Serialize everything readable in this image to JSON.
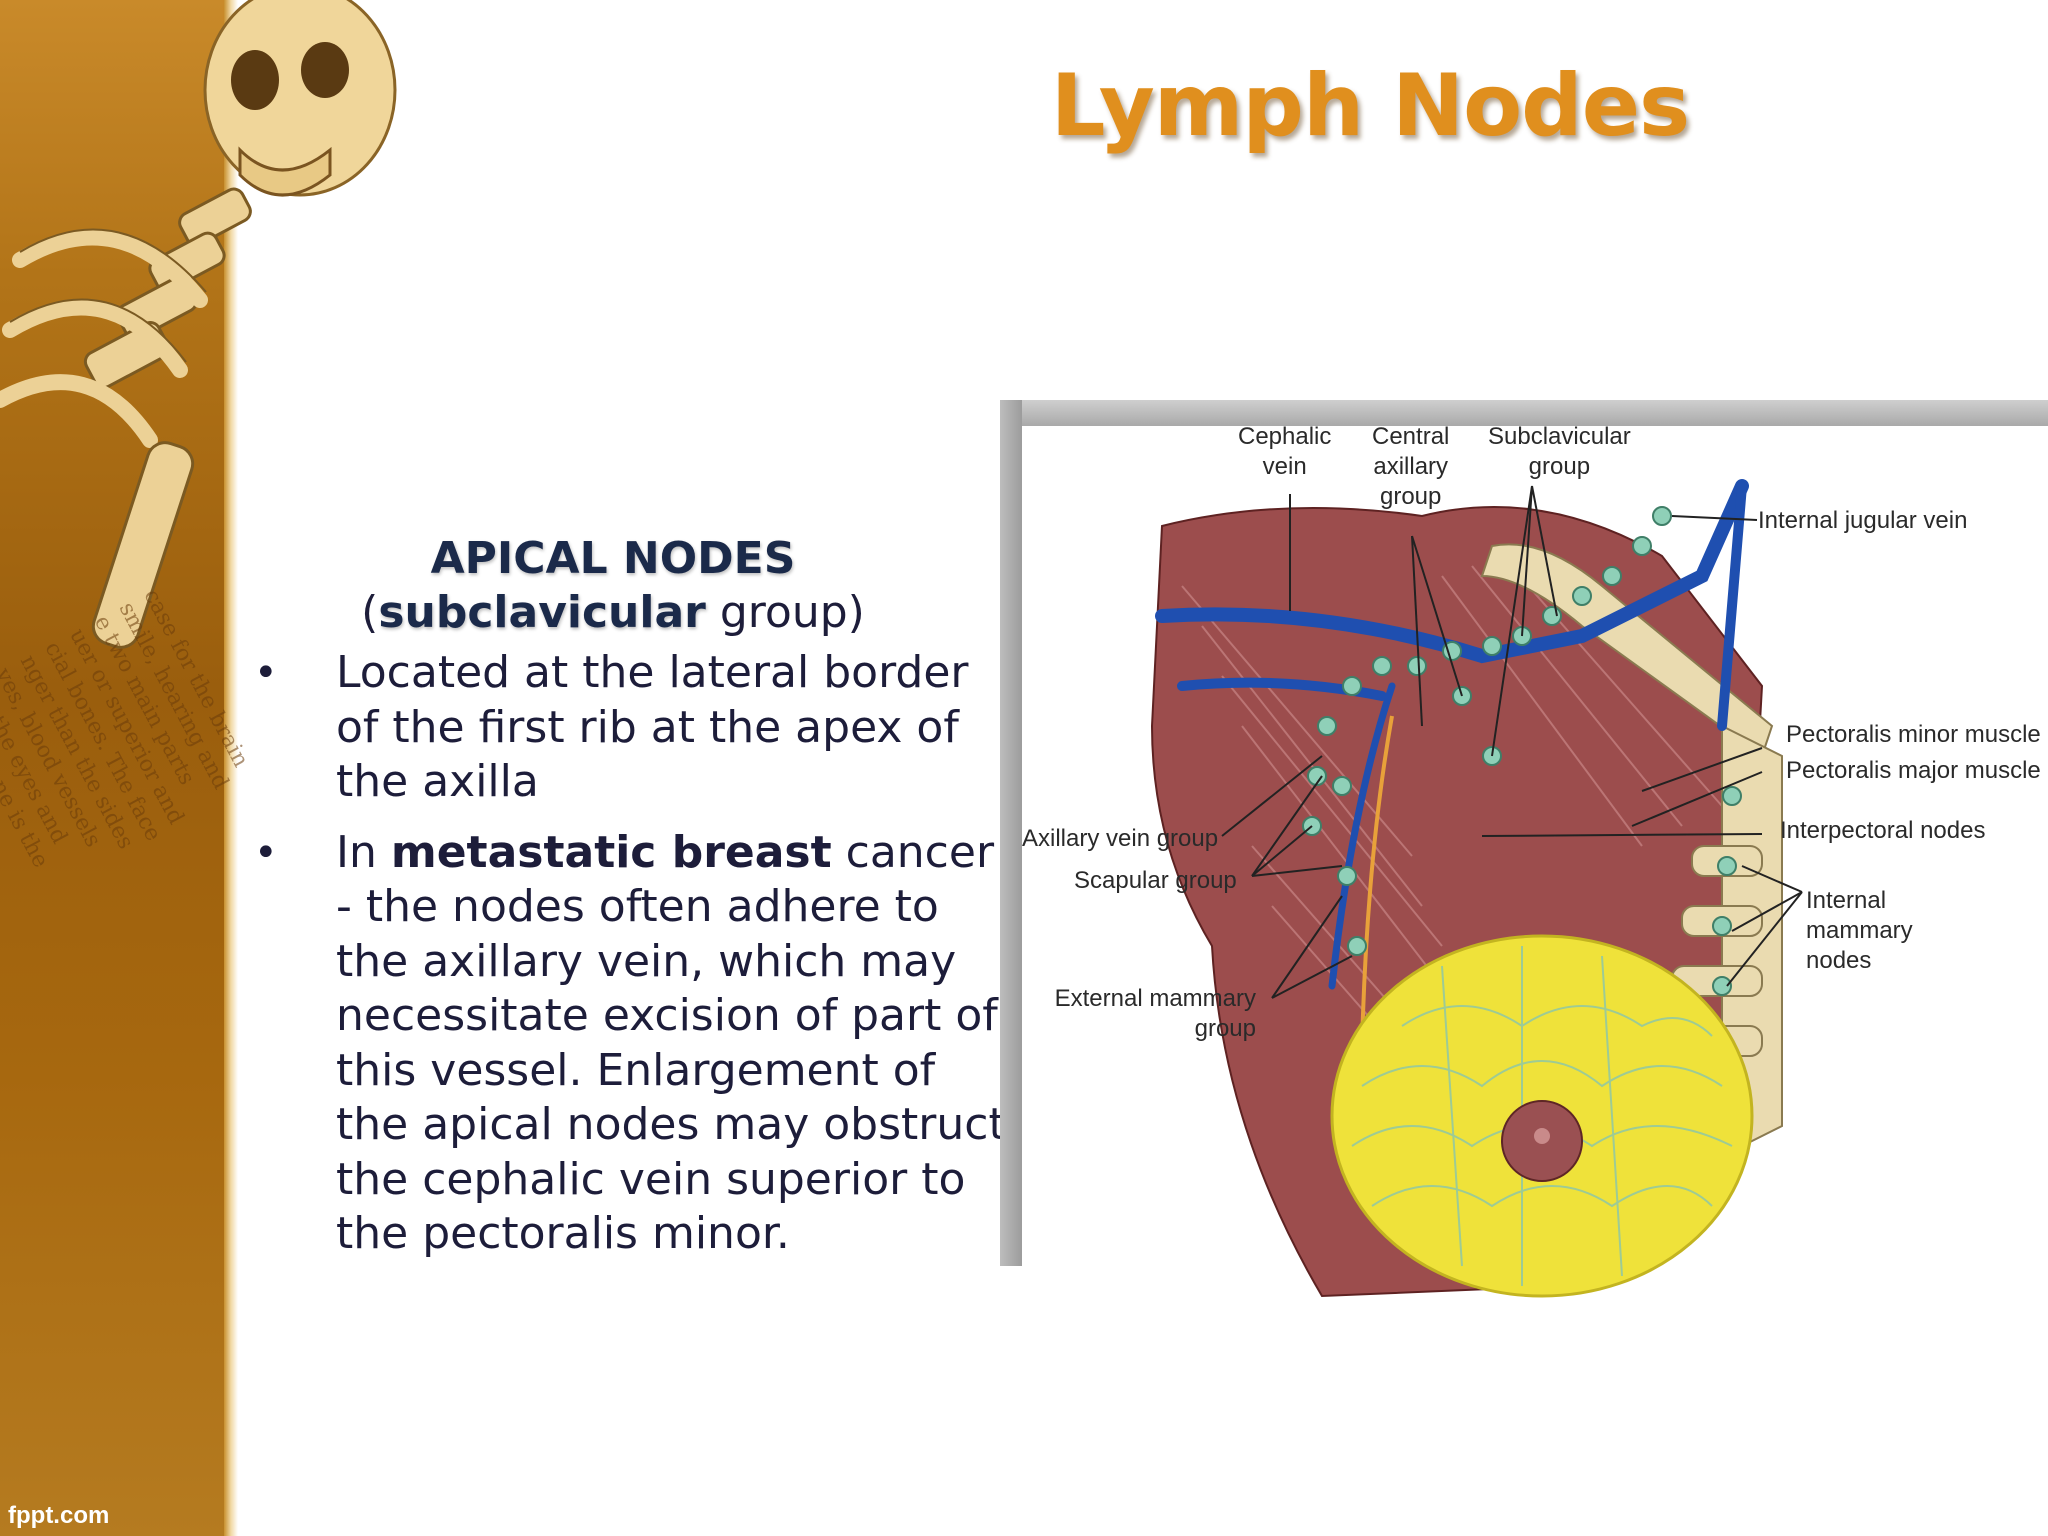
{
  "slide": {
    "title": "Lymph Nodes",
    "brand": "fppt.com"
  },
  "content": {
    "heading": "APICAL NODES",
    "subheading_open": "(",
    "subheading_bold": "subclavicular",
    "subheading_rest": " group)",
    "bullet_char": "•",
    "bullets": [
      {
        "text": "Located at the lateral border of the first rib at the apex of the axilla"
      },
      {
        "pre": "In ",
        "bold": "metastatic breast",
        "post": " cancer - the nodes often adhere to the axillary vein, which may necessitate excision of part of this vessel. Enlargement of the apical nodes may obstruct the cephalic vein superior to the pectoralis minor."
      }
    ]
  },
  "figure": {
    "labels": {
      "cephalic_vein": "Cephalic\nvein",
      "central_axillary": "Central\naxillary\ngroup",
      "subclavicular": "Subclavicular\ngroup",
      "internal_jugular": "Internal jugular vein",
      "pectoralis_minor": "Pectoralis minor muscle",
      "pectoralis_major": "Pectoralis major muscle",
      "interpectoral": "Interpectoral nodes",
      "internal_mammary": "Internal\nmammary\nnodes",
      "axillary_vein_group": "Axillary vein group",
      "scapular_group": "Scapular group",
      "external_mammary": "External mammary\ngroup"
    }
  },
  "colors": {
    "title": "#e08f1e",
    "band": "#a8680f",
    "text": "#1d1d3a",
    "muscle": "#9a4a4a",
    "vein": "#1f4fb0",
    "node": "#8fd0b8",
    "breast": "#efe23a"
  }
}
